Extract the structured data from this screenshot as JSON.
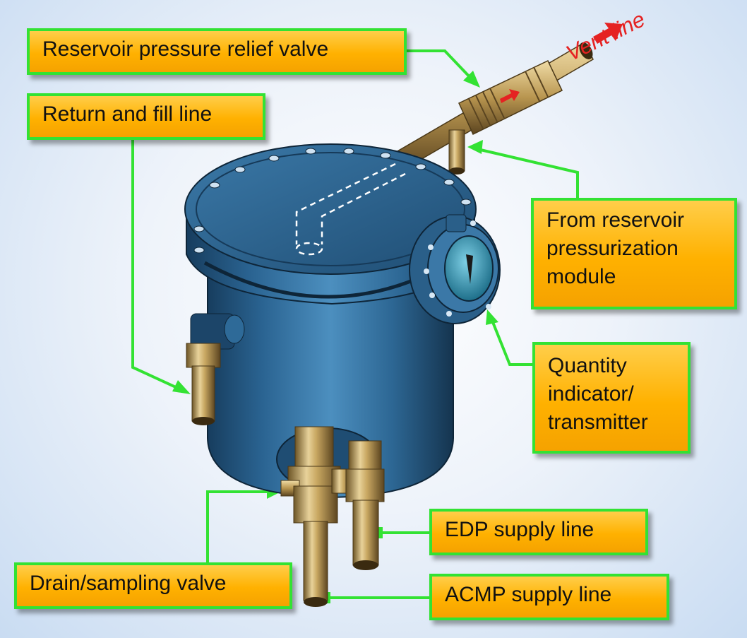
{
  "labels": {
    "relief_valve": "Reservoir pressure relief valve",
    "return_fill": "Return and fill line",
    "pressurization": [
      "From reservoir",
      "pressurization",
      "module"
    ],
    "quantity": [
      "Quantity",
      "indicator/",
      "transmitter"
    ],
    "edp": "EDP supply line",
    "drain": "Drain/sampling valve",
    "acmp": "ACMP supply line",
    "vent": "Vent line"
  },
  "colors": {
    "callout_border": "#33e233",
    "callout_fill": "#ffb100",
    "leader": "#33e233",
    "tank": "#2e6a98",
    "brass": "#c9a862",
    "vent_text": "#e52222"
  }
}
